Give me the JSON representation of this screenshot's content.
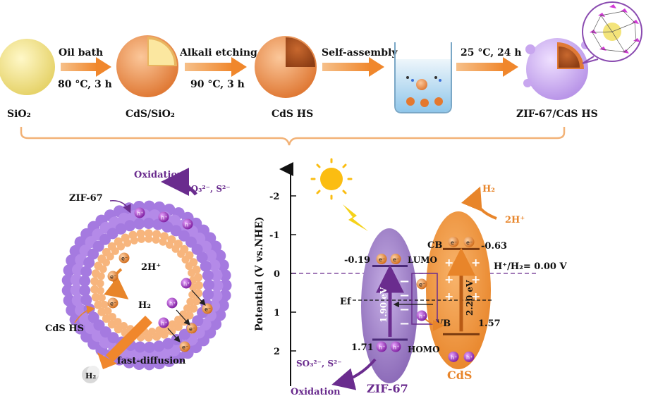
{
  "synthesis": {
    "steps": [
      {
        "material": "SiO₂",
        "to_next_top": "Oil bath",
        "to_next_bottom": "80 °C, 3 h"
      },
      {
        "material": "CdS/SiO₂",
        "to_next_top": "Alkali etching",
        "to_next_bottom": "90 °C, 3 h"
      },
      {
        "material": "CdS HS",
        "to_next_top": "Self-assembly",
        "to_next_bottom": ""
      },
      {
        "material": "",
        "to_next_top": "25 °C, 24 h",
        "to_next_bottom": ""
      },
      {
        "material": "ZIF-67/CdS HS",
        "to_next_top": "",
        "to_next_bottom": ""
      }
    ]
  },
  "mechanism": {
    "oxidation": "Oxidation",
    "sacrificial": "SO₃²⁻, S²⁻",
    "zif_label": "ZIF-67",
    "cds_label": "CdS HS",
    "proton": "2H⁺",
    "h2": "H₂",
    "fast_diffusion": "fast-diffusion",
    "electron": "e⁻",
    "hole": "h⁺"
  },
  "band_diagram": {
    "ylabel": "Potential (V vs.NHE)",
    "yticks": [
      "-2",
      "-1",
      "0",
      "1",
      "2"
    ],
    "ytick_values": [
      -2,
      -1,
      0,
      1,
      2
    ],
    "zif67": {
      "name": "ZIF-67",
      "lumo_value": -0.19,
      "homo_value": 1.71,
      "lumo_text": "-0.19",
      "homo_text": "1.71",
      "lumo_label": "LUMO",
      "homo_label": "HOMO",
      "gap_text": "1.90 eV",
      "color": "#8e6bb8"
    },
    "cds": {
      "name": "CdS",
      "cb_value": -0.63,
      "vb_value": 1.57,
      "cb_text": "-0.63",
      "vb_text": "1.57",
      "cb_label": "CB",
      "vb_label": "VB",
      "gap_text": "2.20 eV",
      "color": "#f0943c"
    },
    "reference_level": "H⁺/H₂= 0.00 V",
    "fermi": "Ef",
    "h2_product": "H₂",
    "proton": "2H⁺",
    "sacrificial": "SO₃²⁻, S²⁻",
    "oxidation": "Oxidation"
  }
}
